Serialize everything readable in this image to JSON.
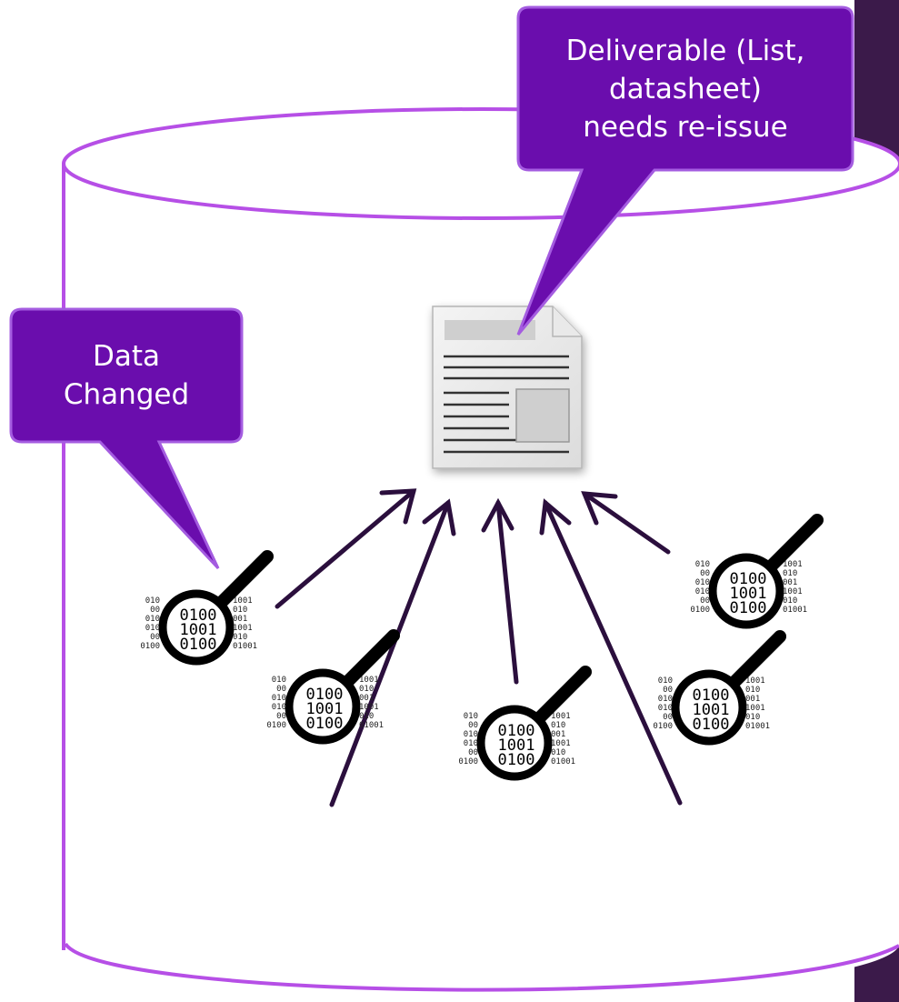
{
  "colors": {
    "purple_fill": "#6a0dad",
    "purple_stroke": "#a45ce0",
    "cylinder_stroke": "#b64fe6",
    "arrow": "#2b0f3d",
    "corner_panel": "#3b1a4a"
  },
  "callouts": {
    "deliverable": {
      "lines": [
        "Deliverable (List,",
        "datasheet)",
        "needs re-issue"
      ]
    },
    "data_changed": {
      "lines": [
        "Data",
        "Changed"
      ]
    }
  },
  "binary_rows": [
    "0100",
    "1001",
    "0100"
  ],
  "icons": {
    "document": "document-icon",
    "data_search": "data-search-icon"
  },
  "data_nodes": [
    {
      "name": "data-node-left",
      "changed": true
    },
    {
      "name": "data-node-bottom-left",
      "changed": false
    },
    {
      "name": "data-node-center",
      "changed": false
    },
    {
      "name": "data-node-bottom-right",
      "changed": false
    },
    {
      "name": "data-node-right",
      "changed": false
    }
  ]
}
